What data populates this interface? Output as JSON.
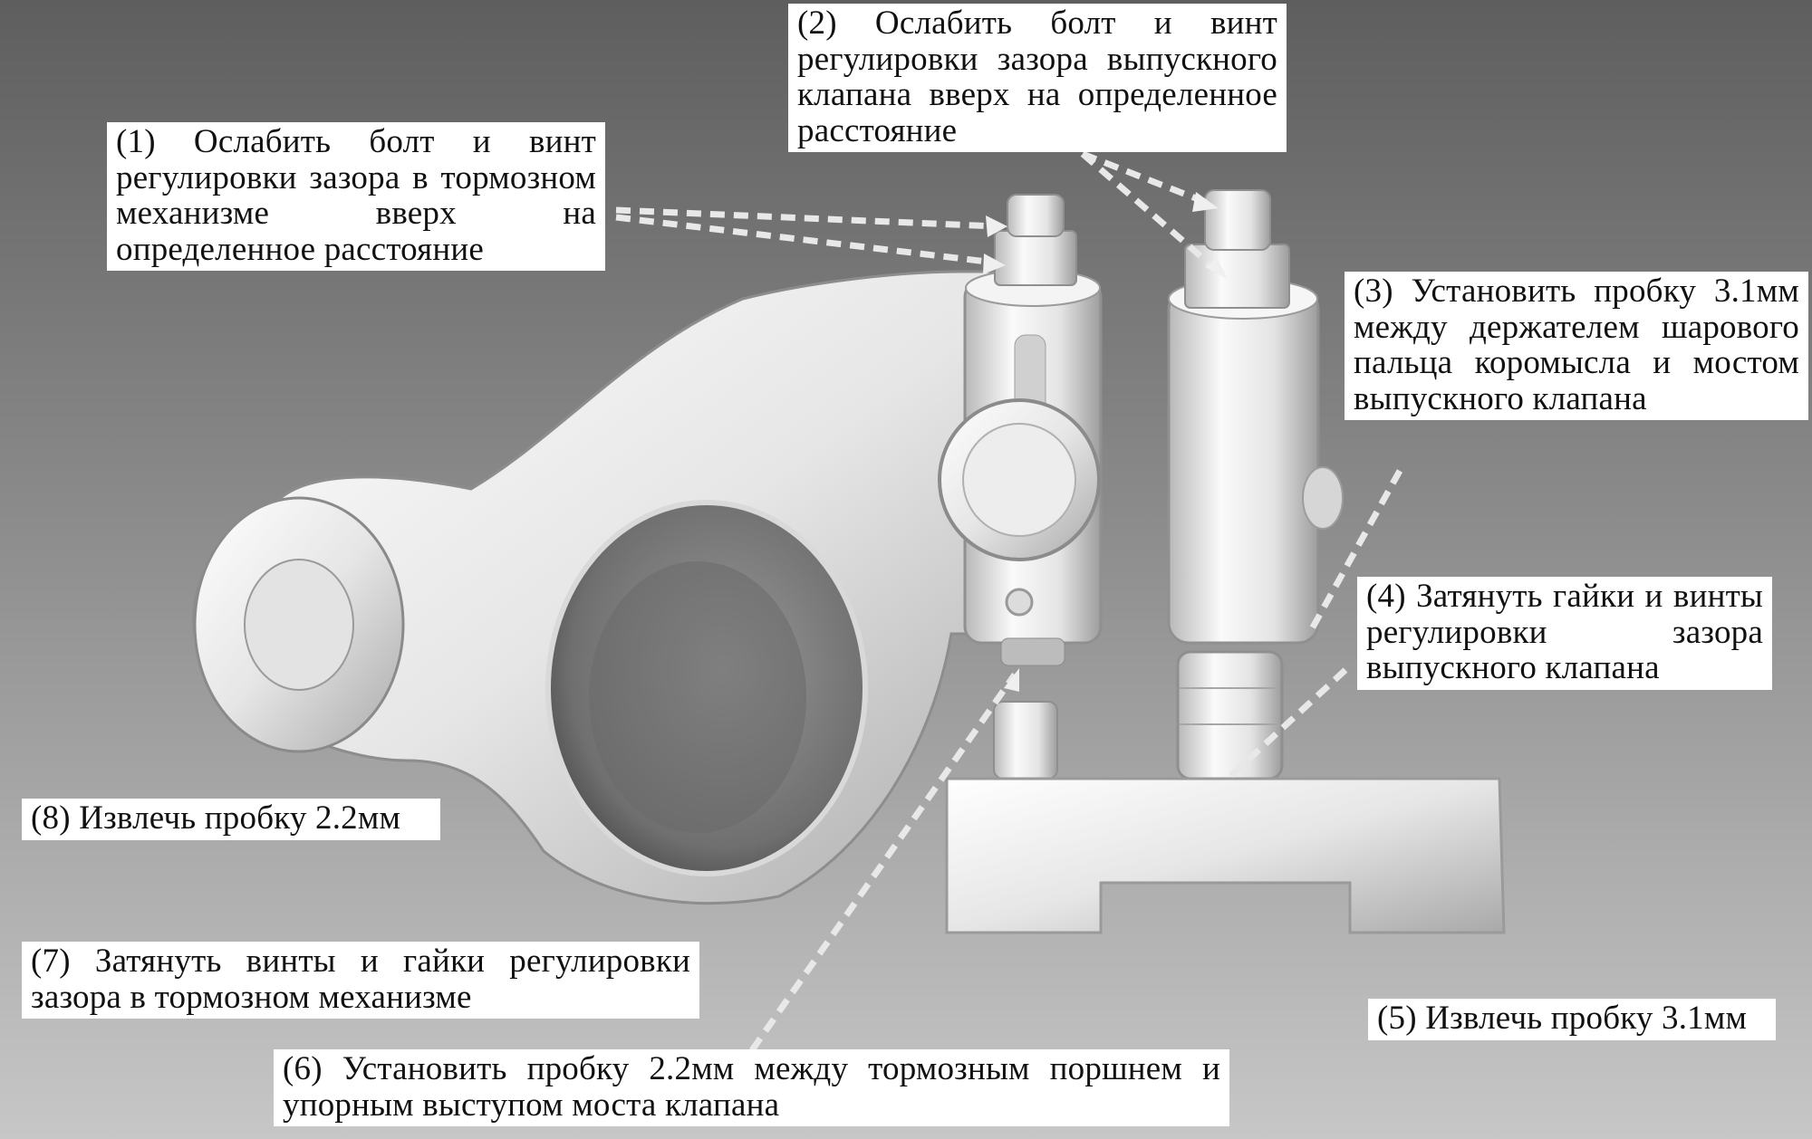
{
  "callouts": {
    "step1": "(1) Ослабить болт и винт регулировки зазора в тормозном механизме вверх на определенное расстояние",
    "step2": "(2) Ослабить болт и винт регулировки зазора выпускного клапана вверх на определенное расстояние",
    "step3": "(3) Установить пробку 3.1мм между держателем шарового пальца коромысла и мостом выпускного клапана",
    "step4": "(4) Затянуть гайки и винты регулировки зазора выпускного клапана",
    "step5": "(5) Извлечь пробку 3.1мм",
    "step6": "(6) Установить пробку 2.2мм между тормозным поршнем и упорным выступом моста клапана",
    "step7": "(7) Затянуть винты и гайки регулировки зазора в тормозном механизме",
    "step8": "(8) Извлечь пробку 2.2мм"
  },
  "colors": {
    "background_top": "#5e5e5e",
    "background_bottom": "#c7c7c7",
    "part_light": "#f2f2f2",
    "part_shade": "#bdbdbd",
    "arrow": "#e9e9e9"
  }
}
